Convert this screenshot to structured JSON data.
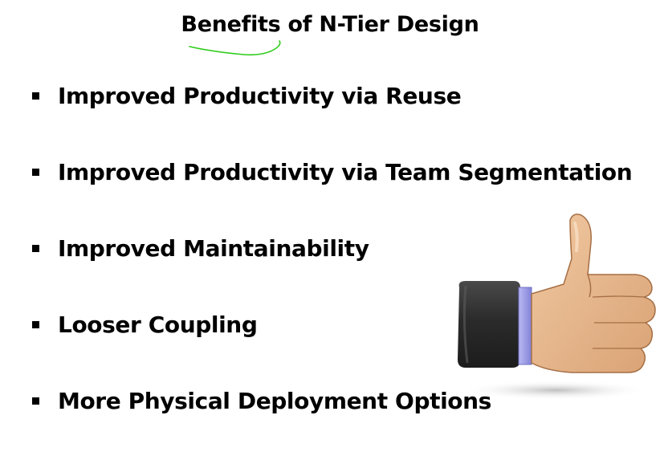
{
  "slide": {
    "title": "Benefits of N-Tier Design",
    "bullets": [
      "Improved Productivity via Reuse",
      "Improved Productivity via Team Segmentation",
      "Improved Maintainability",
      "Looser Coupling",
      "More Physical Deployment Options"
    ]
  },
  "colors": {
    "text": "#000000",
    "annotation": "#2ecc1a",
    "sleeve": "#2f2f2f",
    "cuff": "#9b9be8",
    "skin": "#e8b98f"
  },
  "icons": {
    "bullet": "square-bullet-icon",
    "illustration": "thumbs-up-icon"
  }
}
